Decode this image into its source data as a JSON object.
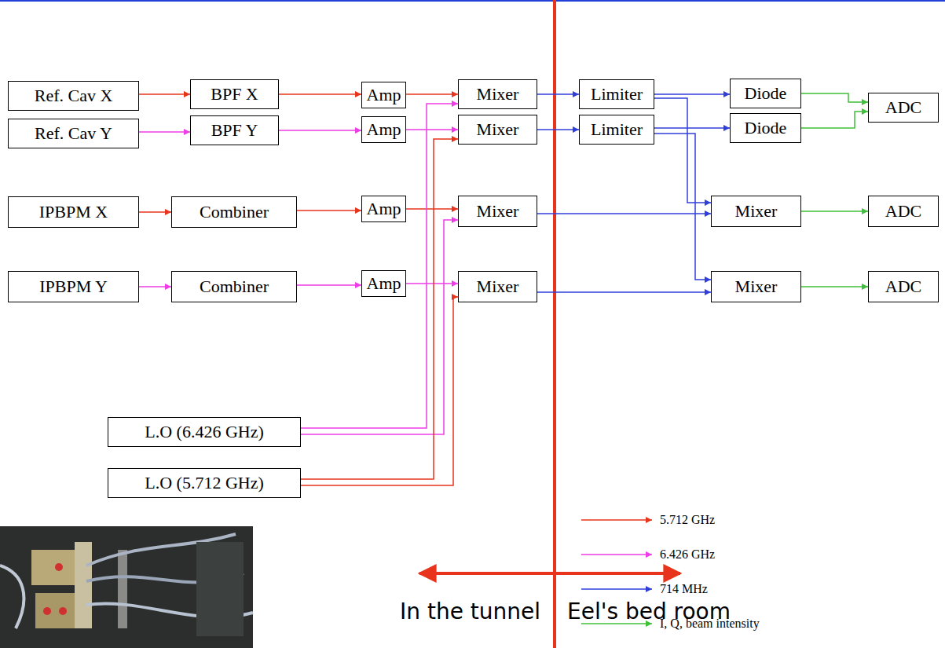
{
  "diagram": {
    "nodes": [
      {
        "text": [
          "Ref. Cav X"
        ]
      },
      {
        "text": [
          "BPF X"
        ]
      },
      {
        "text": [
          "Amp"
        ]
      },
      {
        "text": [
          "Mixer"
        ]
      },
      {
        "text": [
          "Limiter"
        ]
      },
      {
        "text": [
          "Diode"
        ]
      },
      {
        "text": [
          "ADC"
        ]
      },
      {
        "text": [
          "Ref. Cav Y"
        ]
      },
      {
        "text": [
          "BPF Y"
        ]
      },
      {
        "text": [
          "Amp"
        ]
      },
      {
        "text": [
          "Mixer"
        ]
      },
      {
        "text": [
          "Limiter"
        ]
      },
      {
        "text": [
          "Diode"
        ]
      },
      {
        "text": [
          "IPBPM X"
        ]
      },
      {
        "text": [
          "Combiner"
        ]
      },
      {
        "text": [
          "Amp"
        ]
      },
      {
        "text": [
          "Mixer"
        ]
      },
      {
        "text": [
          "Mixer"
        ]
      },
      {
        "text": [
          "ADC"
        ]
      },
      {
        "text": [
          "IPBPM Y"
        ]
      },
      {
        "text": [
          "Combiner"
        ]
      },
      {
        "text": [
          "Amp"
        ]
      },
      {
        "text": [
          "Mixer"
        ]
      },
      {
        "text": [
          "Mixer"
        ]
      },
      {
        "text": [
          "ADC"
        ]
      },
      {
        "text": [
          "L.O (6.426 GHz)"
        ]
      },
      {
        "text": [
          "L.O (5.712 GHz)"
        ]
      }
    ],
    "edges": [
      {
        "from": 0,
        "to": 1,
        "arrow": "to"
      },
      {
        "from": 1,
        "to": 2,
        "arrow": "to"
      },
      {
        "from": 2,
        "to": 3,
        "arrow": "to"
      },
      {
        "from": 3,
        "to": 4,
        "arrow": "to"
      },
      {
        "from": 4,
        "to": 5,
        "arrow": "to"
      },
      {
        "from": 5,
        "to": 6,
        "arrow": "to"
      },
      {
        "from": 4,
        "to": 17,
        "arrow": "to"
      },
      {
        "from": 7,
        "to": 8,
        "arrow": "to"
      },
      {
        "from": 8,
        "to": 9,
        "arrow": "to"
      },
      {
        "from": 9,
        "to": 10,
        "arrow": "to"
      },
      {
        "from": 10,
        "to": 11,
        "arrow": "to"
      },
      {
        "from": 11,
        "to": 12,
        "arrow": "to"
      },
      {
        "from": 12,
        "to": 6,
        "arrow": "to"
      },
      {
        "from": 11,
        "to": 23,
        "arrow": "to"
      },
      {
        "from": 13,
        "to": 14,
        "arrow": "to"
      },
      {
        "from": 14,
        "to": 15,
        "arrow": "to"
      },
      {
        "from": 15,
        "to": 16,
        "arrow": "to"
      },
      {
        "from": 16,
        "to": 17,
        "arrow": "to"
      },
      {
        "from": 17,
        "to": 18,
        "arrow": "to"
      },
      {
        "from": 19,
        "to": 20,
        "arrow": "to"
      },
      {
        "from": 20,
        "to": 21,
        "arrow": "to"
      },
      {
        "from": 21,
        "to": 22,
        "arrow": "to"
      },
      {
        "from": 22,
        "to": 23,
        "arrow": "to"
      },
      {
        "from": 23,
        "to": 24,
        "arrow": "to"
      },
      {
        "from": 25,
        "to": 3,
        "arrow": "to"
      },
      {
        "from": 25,
        "to": 16,
        "arrow": "to"
      },
      {
        "from": 26,
        "to": 10,
        "arrow": "to"
      },
      {
        "from": 26,
        "to": 22,
        "arrow": "to"
      }
    ],
    "labels": [
      "In the tunnel",
      "Eel's bed room"
    ],
    "legend": [
      {
        "text": "5.712 GHz"
      },
      {
        "text": "6.426 GHz"
      },
      {
        "text": "714 MHz"
      },
      {
        "text": "I, Q, beam intensity"
      }
    ]
  }
}
